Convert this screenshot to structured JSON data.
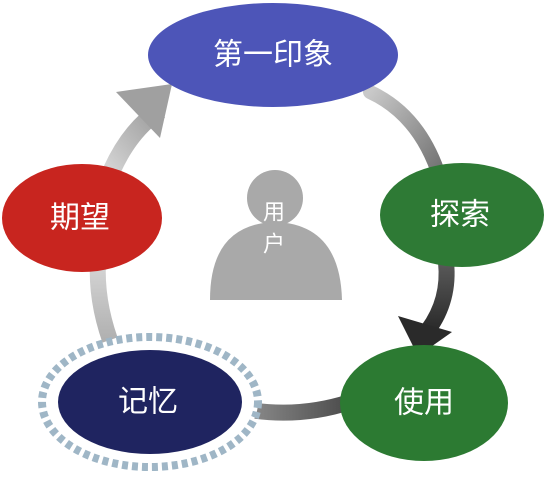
{
  "center": {
    "label_line1": "用",
    "label_line2": "户"
  },
  "nodes": {
    "first_impression": {
      "label": "第一印象",
      "color": "#4d55b8"
    },
    "explore": {
      "label": "探索",
      "color": "#2e7a35"
    },
    "use": {
      "label": "使用",
      "color": "#2c7a32"
    },
    "memory": {
      "label": "记忆",
      "color": "#1f2460",
      "ring_color": "#9fb6c6"
    },
    "expectation": {
      "label": "期望",
      "color": "#c8251f"
    }
  },
  "cycle_colors": {
    "light": "#c9c9c9",
    "mid": "#8a8a8a",
    "dark": "#2f2f2f"
  },
  "user_icon_color": "#a9a9a9"
}
